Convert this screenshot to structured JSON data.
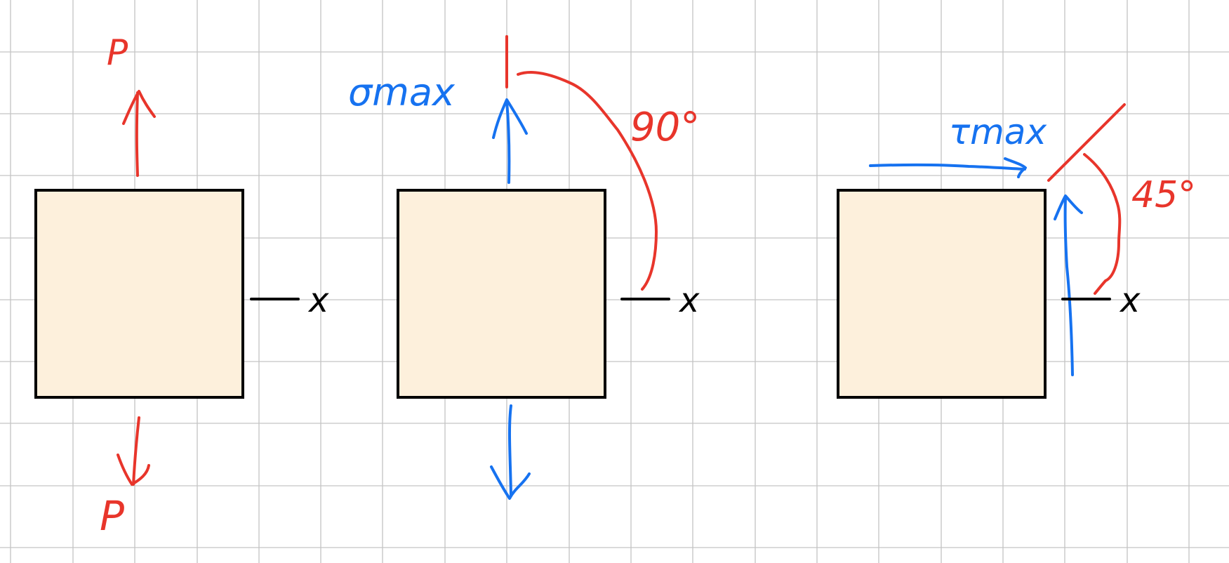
{
  "colors": {
    "paper": "#ffffff",
    "grid": "#c4c4c4",
    "element_fill": "#fdf0dc",
    "outline": "#000000",
    "load_red": "#e8352b",
    "stress_blue": "#1672f0"
  },
  "diagram": {
    "panel_1": {
      "load_top": "P",
      "load_bottom": "P",
      "axis": "x"
    },
    "panel_2": {
      "stress_label": "σmax",
      "angle": "90°",
      "axis": "x"
    },
    "panel_3": {
      "stress_label": "τmax",
      "angle": "45°",
      "axis": "x"
    }
  }
}
